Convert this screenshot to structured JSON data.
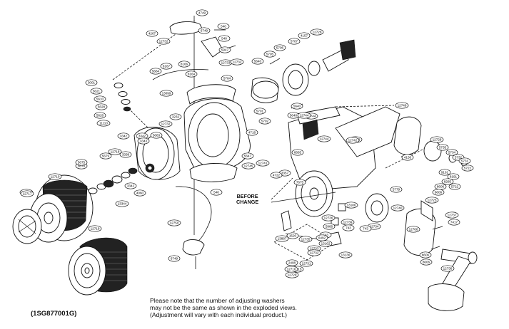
{
  "diagram": {
    "labels": [
      "4749",
      "540",
      "4267",
      "12732",
      "540",
      "12733",
      "5947",
      "6749",
      "3001",
      "5621",
      "5610",
      "5628",
      "5628",
      "11110",
      "3232",
      "12732",
      "5684",
      "8167",
      "8166",
      "8164",
      "13099",
      "5704",
      "12732",
      "5640",
      "5705",
      "5706",
      "5707",
      "4157",
      "12728",
      "5640",
      "5640",
      "12744",
      "4718",
      "5702",
      "5701",
      "12746",
      "3342",
      "5683",
      "3343",
      "3338",
      "12718",
      "5679",
      "5678",
      "5675",
      "12710",
      "3342",
      "13344",
      "3342",
      "4060",
      "12717",
      "5647",
      "12745",
      "540",
      "12750",
      "12744",
      "4156",
      "12728",
      "5735",
      "5734",
      "5732",
      "5731",
      "12728",
      "5722",
      "9191",
      "8191",
      "8285",
      "5722",
      "12741",
      "6665",
      "3357",
      "12744",
      "4722",
      "12742",
      "7675",
      "5779",
      "12740",
      "12725",
      "8606",
      "8606",
      "8606",
      "12737",
      "7417",
      "8606",
      "12738",
      "12736",
      "12735",
      "12734",
      "13186",
      "12739",
      "743",
      "743",
      "12766",
      "743",
      "13162",
      "13136",
      "1520",
      "13887",
      "5966",
      "6492",
      "12733",
      "12732",
      "2408",
      "12731",
      "12729",
      "12715",
      "12716",
      "12719",
      "6749",
      "12717"
    ],
    "note_lines": [
      "Please note that the number of adjusting washers",
      "may not be the same as shown in the exploded views.",
      "(Adjustment will vary with each individual product.)"
    ],
    "part_code": "(1SG877001G)",
    "before_change": [
      "BEFORE",
      "CHANGE"
    ]
  }
}
